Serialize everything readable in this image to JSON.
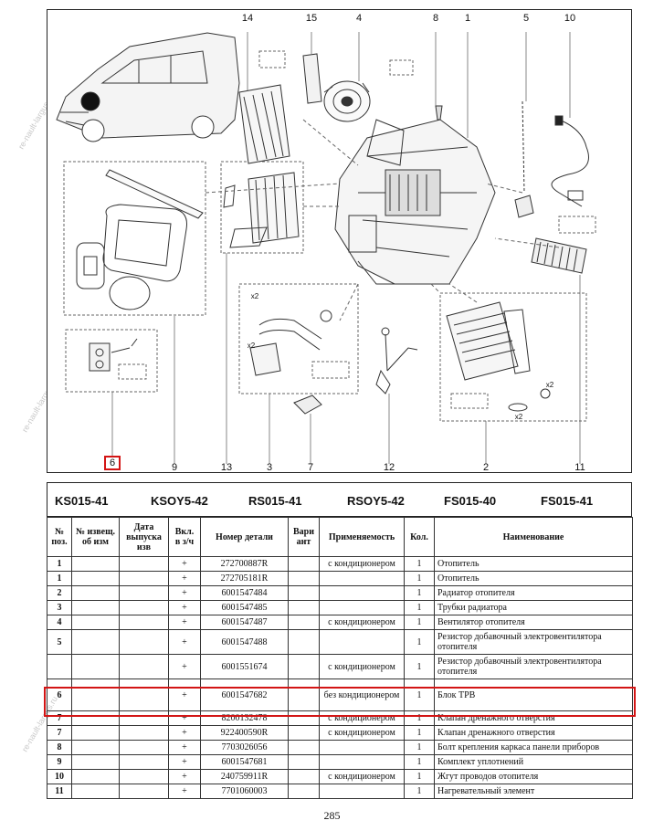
{
  "watermark": "re-nault-largus.ru",
  "diagram": {
    "callouts": [
      "14",
      "15",
      "4",
      "8",
      "1",
      "5",
      "10",
      "9",
      "13",
      "3",
      "7",
      "12",
      "2",
      "11",
      "6"
    ],
    "qty_marks": [
      "x2",
      "x2",
      "x2",
      "x2"
    ]
  },
  "codes": [
    "KS015-41",
    "KSOY5-42",
    "RS015-41",
    "RSOY5-42",
    "FS015-40",
    "FS015-41"
  ],
  "table": {
    "headers": {
      "pos": "№ поз.",
      "notice": "№ извещ. об изм",
      "date": "Дата выпуска изв",
      "incl": "Вкл. в з/ч",
      "part": "Номер детали",
      "variant": "Вари ант",
      "applic": "Применяемость",
      "qty": "Кол.",
      "name": "Наименование"
    },
    "rows": [
      {
        "pos": "1",
        "incl": "+",
        "part": "272700887R",
        "applic": "с кондиционером",
        "qty": "1",
        "name": "Отопитель"
      },
      {
        "pos": "1",
        "incl": "+",
        "part": "272705181R",
        "applic": "",
        "qty": "1",
        "name": "Отопитель"
      },
      {
        "pos": "2",
        "incl": "+",
        "part": "6001547484",
        "applic": "",
        "qty": "1",
        "name": "Радиатор отопителя"
      },
      {
        "pos": "3",
        "incl": "+",
        "part": "6001547485",
        "applic": "",
        "qty": "1",
        "name": "Трубки радиатора"
      },
      {
        "pos": "4",
        "incl": "+",
        "part": "6001547487",
        "applic": "с кондиционером",
        "qty": "1",
        "name": "Вентилятор отопителя"
      },
      {
        "pos": "5",
        "incl": "+",
        "part": "6001547488",
        "applic": "",
        "qty": "1",
        "name": "Резистор добавочный электровентилятора отопителя"
      },
      {
        "pos": "",
        "incl": "+",
        "part": "6001551674",
        "applic": "с кондиционером",
        "qty": "1",
        "name": "Резистор добавочный электровентилятора отопителя"
      },
      {
        "pos": "6",
        "incl": "+",
        "part": "6001547682",
        "applic": "без кондиционером",
        "qty": "1",
        "name": "Блок ТРВ"
      },
      {
        "pos": "7",
        "incl": "+",
        "part": "8200132478",
        "applic": "с кондиционером",
        "qty": "1",
        "name": "Клапан дренажного отверстия"
      },
      {
        "pos": "7",
        "incl": "+",
        "part": "922400590R",
        "applic": "с кондиционером",
        "qty": "1",
        "name": "Клапан дренажного отверстия"
      },
      {
        "pos": "8",
        "incl": "+",
        "part": "7703026056",
        "applic": "",
        "qty": "1",
        "name": "Болт крепления каркаса панели приборов"
      },
      {
        "pos": "9",
        "incl": "+",
        "part": "6001547681",
        "applic": "",
        "qty": "1",
        "name": "Комплект уплотнений"
      },
      {
        "pos": "10",
        "incl": "+",
        "part": "240759911R",
        "applic": "с кондиционером",
        "qty": "1",
        "name": "Жгут проводов отопителя"
      },
      {
        "pos": "11",
        "incl": "+",
        "part": "7701060003",
        "applic": "",
        "qty": "1",
        "name": "Нагревательный элемент"
      }
    ]
  },
  "page_number": "285",
  "highlight_color": "#d31515"
}
